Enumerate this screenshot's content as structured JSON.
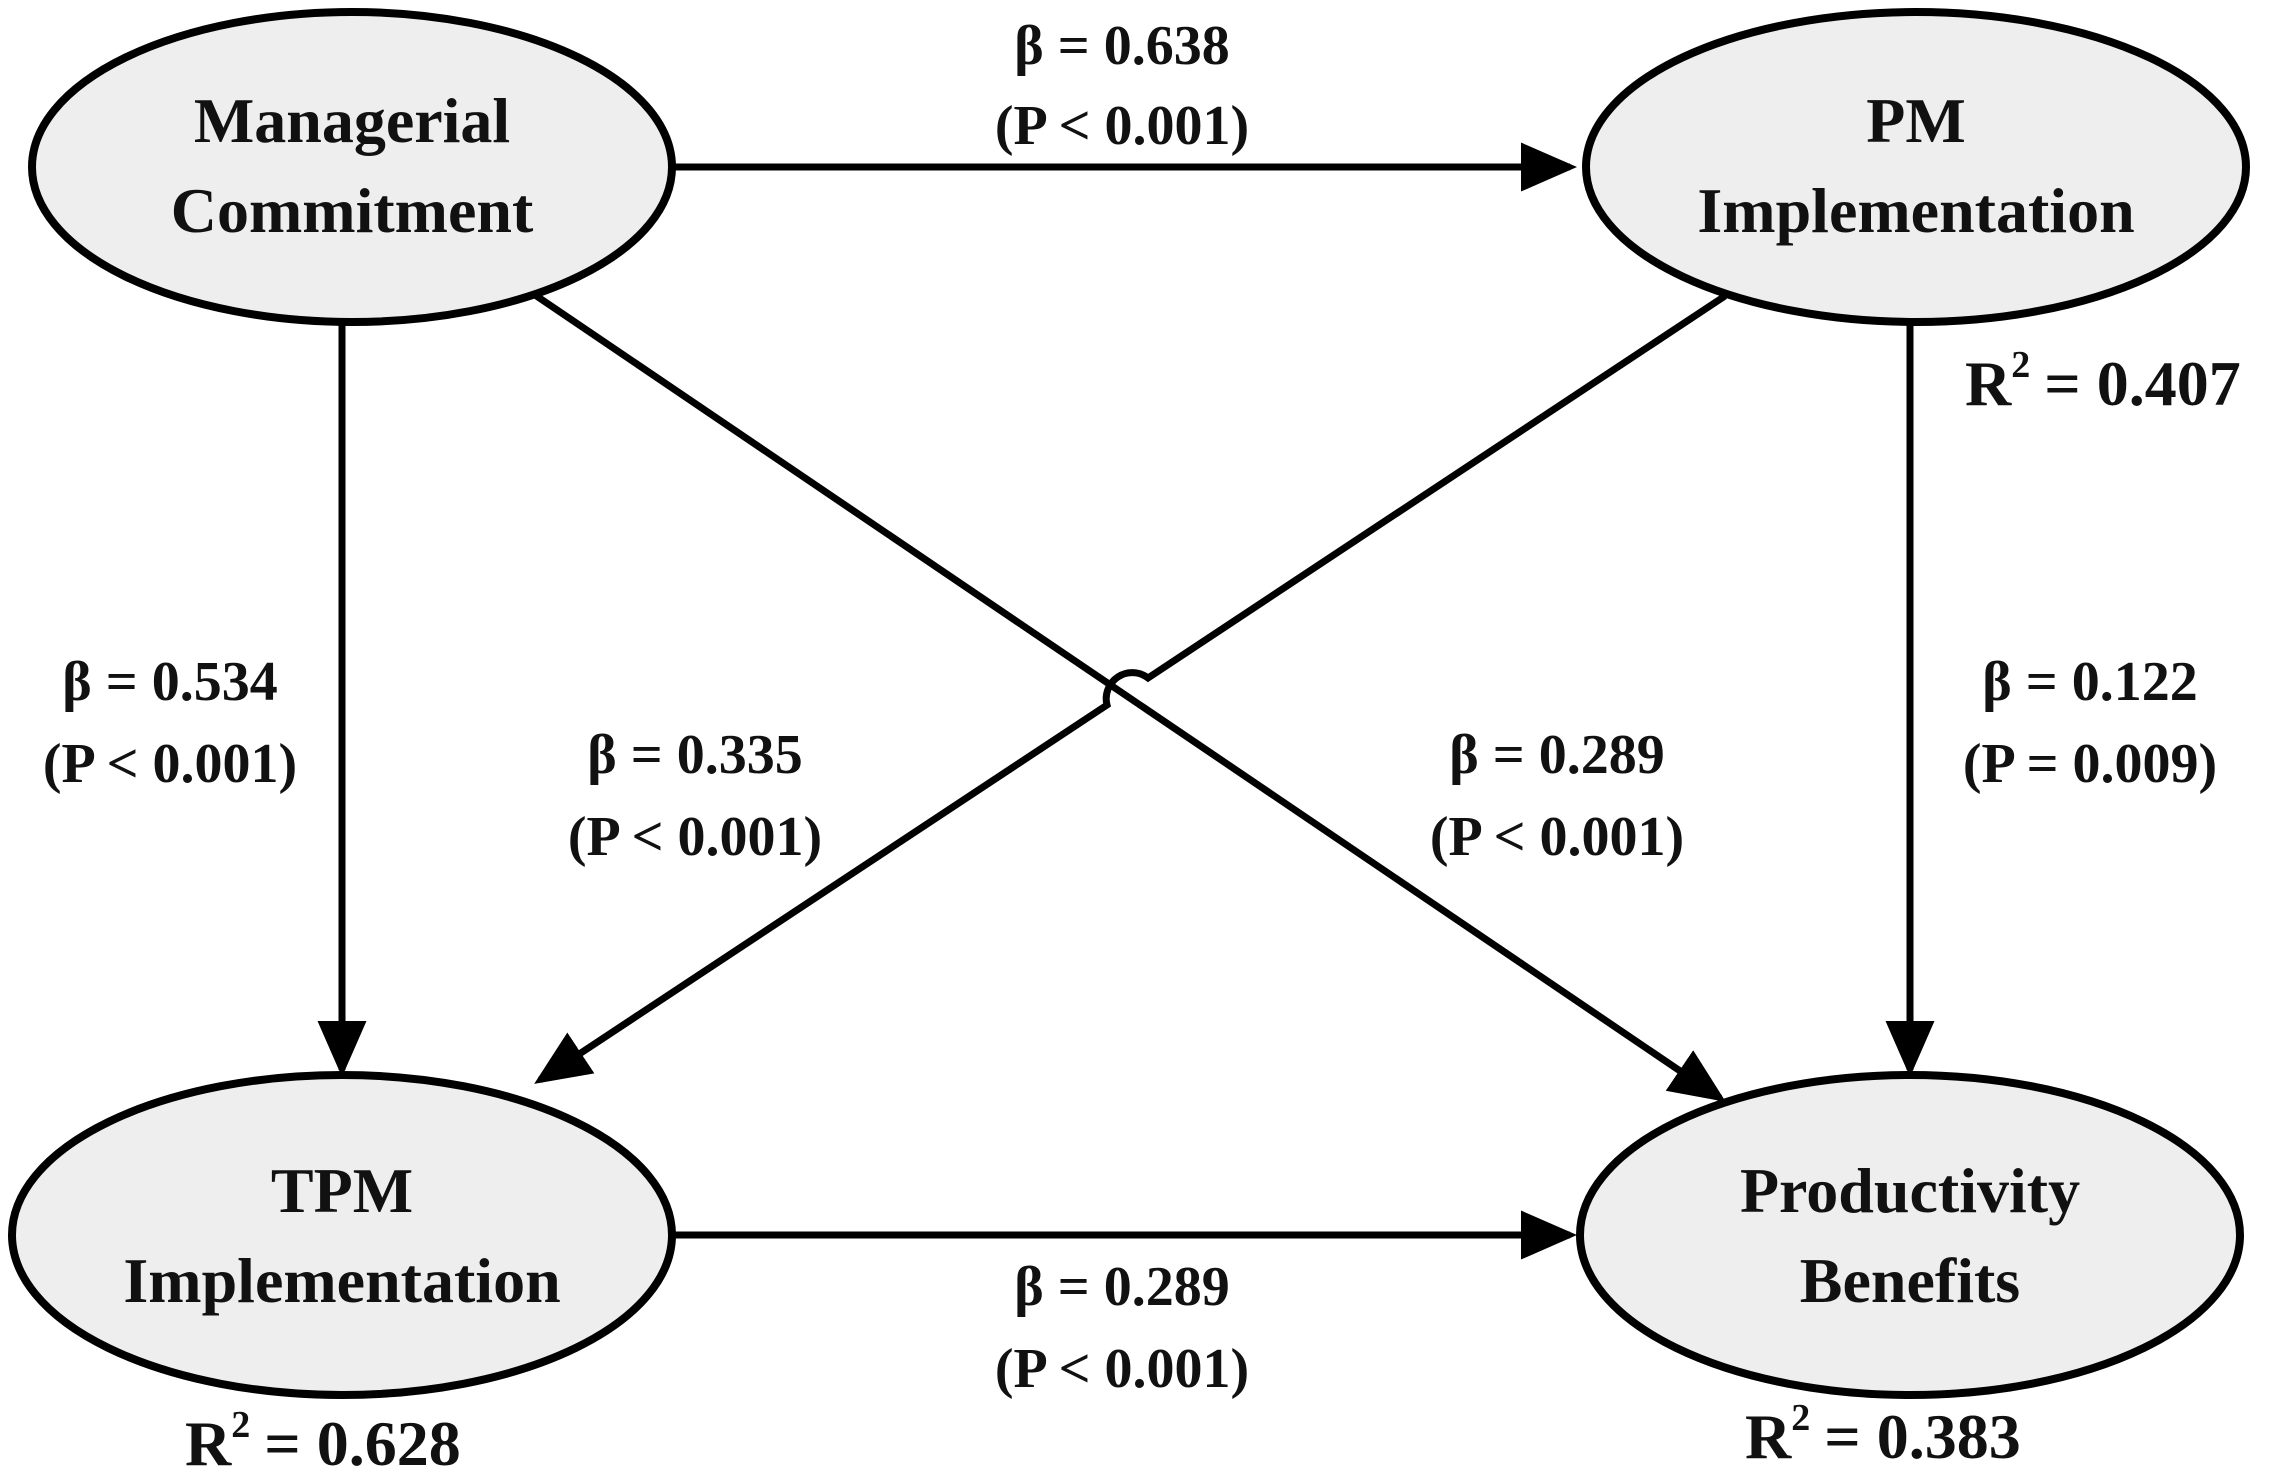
{
  "nodes": {
    "mc": {
      "line1": "Managerial",
      "line2": "Commitment"
    },
    "pm": {
      "line1": "PM",
      "line2": "Implementation"
    },
    "tpm": {
      "line1": "TPM",
      "line2": "Implementation"
    },
    "pb": {
      "line1": "Productivity",
      "line2": "Benefits"
    }
  },
  "edges": {
    "mc_pm": {
      "beta": "β = 0.638",
      "p": "(P < 0.001)"
    },
    "mc_tpm": {
      "beta": "β = 0.534",
      "p": "(P < 0.001)"
    },
    "pm_tpm": {
      "beta": "β = 0.335",
      "p": "(P < 0.001)"
    },
    "mc_pb": {
      "beta": "β = 0.289",
      "p": "(P < 0.001)"
    },
    "pm_pb": {
      "beta": "β = 0.122",
      "p": "(P = 0.009)"
    },
    "tpm_pb": {
      "beta": "β = 0.289",
      "p": "(P < 0.001)"
    }
  },
  "r_squared": {
    "symbol": "R",
    "superscript": "2",
    "pm": "= 0.407",
    "tpm": "= 0.628",
    "pb": "= 0.383"
  },
  "colors": {
    "node_fill": "#eeeeee",
    "stroke": "#000000",
    "text": "#111111"
  }
}
